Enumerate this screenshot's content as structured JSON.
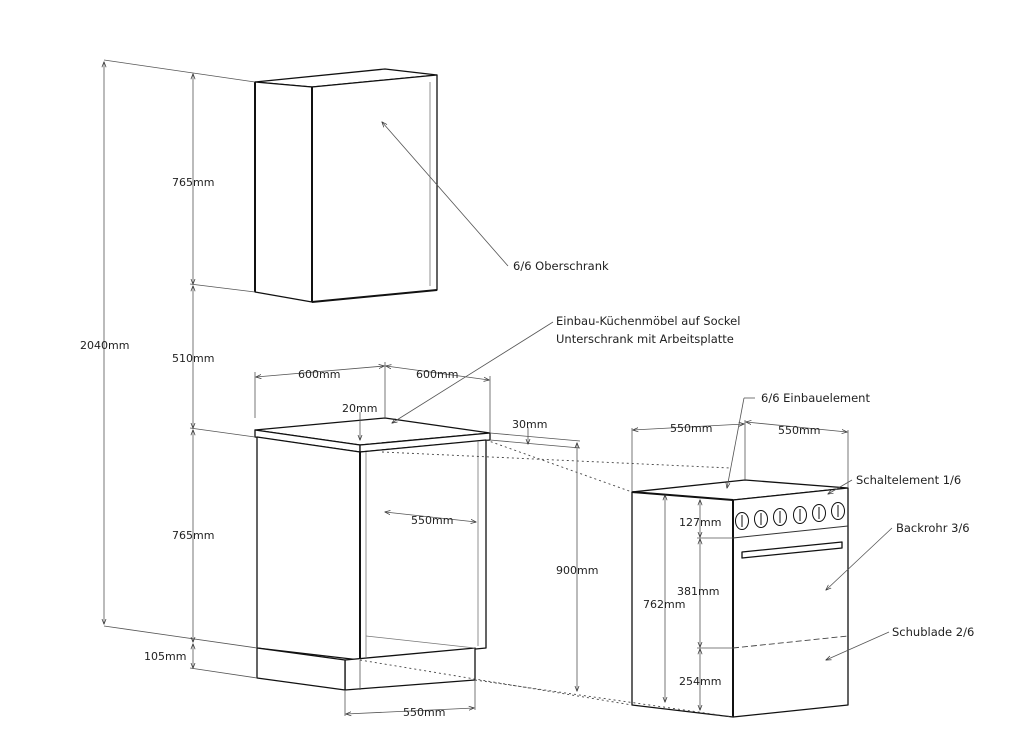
{
  "dimensions": {
    "total_height": "2040mm",
    "wall_cabinet_height": "765mm",
    "gap_height": "510mm",
    "base_cabinet_height": "765mm",
    "plinth_height": "105mm",
    "base_width": "600mm",
    "base_depth": "600mm",
    "top_overhang": "20mm",
    "worktop_thickness": "30mm",
    "inner_depth": "550mm",
    "total_base_height": "900mm",
    "plinth_depth": "550mm",
    "stove_width": "550mm",
    "stove_depth": "550mm",
    "control_panel_height": "127mm",
    "oven_height": "381mm",
    "stove_height": "762mm",
    "drawer_height": "254mm"
  },
  "labels": {
    "wall_cabinet": "6/6 Oberschrank",
    "base_cabinet_line1": "Einbau-Küchenmöbel auf Sockel",
    "base_cabinet_line2": "Unterschrank mit Arbeitsplatte",
    "built_in_element": "6/6 Einbauelement",
    "control_element": "Schaltelement 1/6",
    "oven": "Backrohr 3/6",
    "drawer": "Schublade 2/6"
  },
  "knob_count": 6
}
